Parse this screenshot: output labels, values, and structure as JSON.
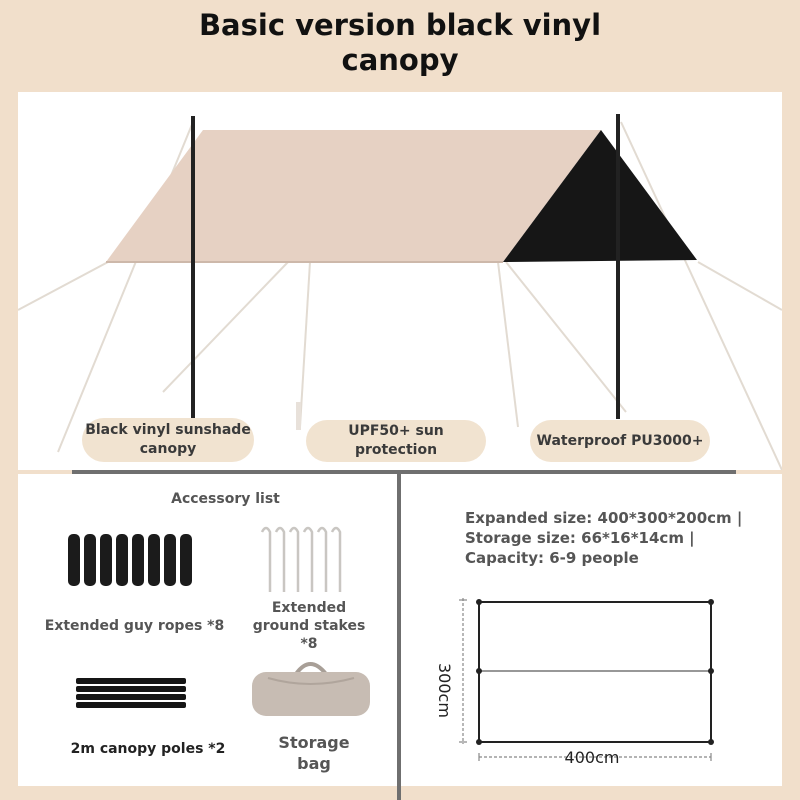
{
  "title": {
    "line1": "Basic version black vinyl",
    "line2": "canopy"
  },
  "features": [
    {
      "label": "Black vinyl sunshade canopy"
    },
    {
      "label": "UPF50+ sun protection"
    },
    {
      "label": "Waterproof PU3000+"
    }
  ],
  "accessories": {
    "heading": "Accessory list",
    "items": [
      {
        "label": "Extended guy ropes *8"
      },
      {
        "label": "Extended ground stakes *8"
      },
      {
        "label": "2m canopy poles *2"
      },
      {
        "label": "Storage bag"
      }
    ]
  },
  "specs": {
    "text": "Expanded size: 400*300*200cm | Storage size: 66*16*14cm | Capacity: 6-9 people"
  },
  "diagram": {
    "height_label": "300cm",
    "width_label": "400cm"
  },
  "colors": {
    "background": "#f1dfcb",
    "canopy_beige": "#e6d1c3",
    "canopy_black": "#161616",
    "divider": "#6f6f6f"
  }
}
